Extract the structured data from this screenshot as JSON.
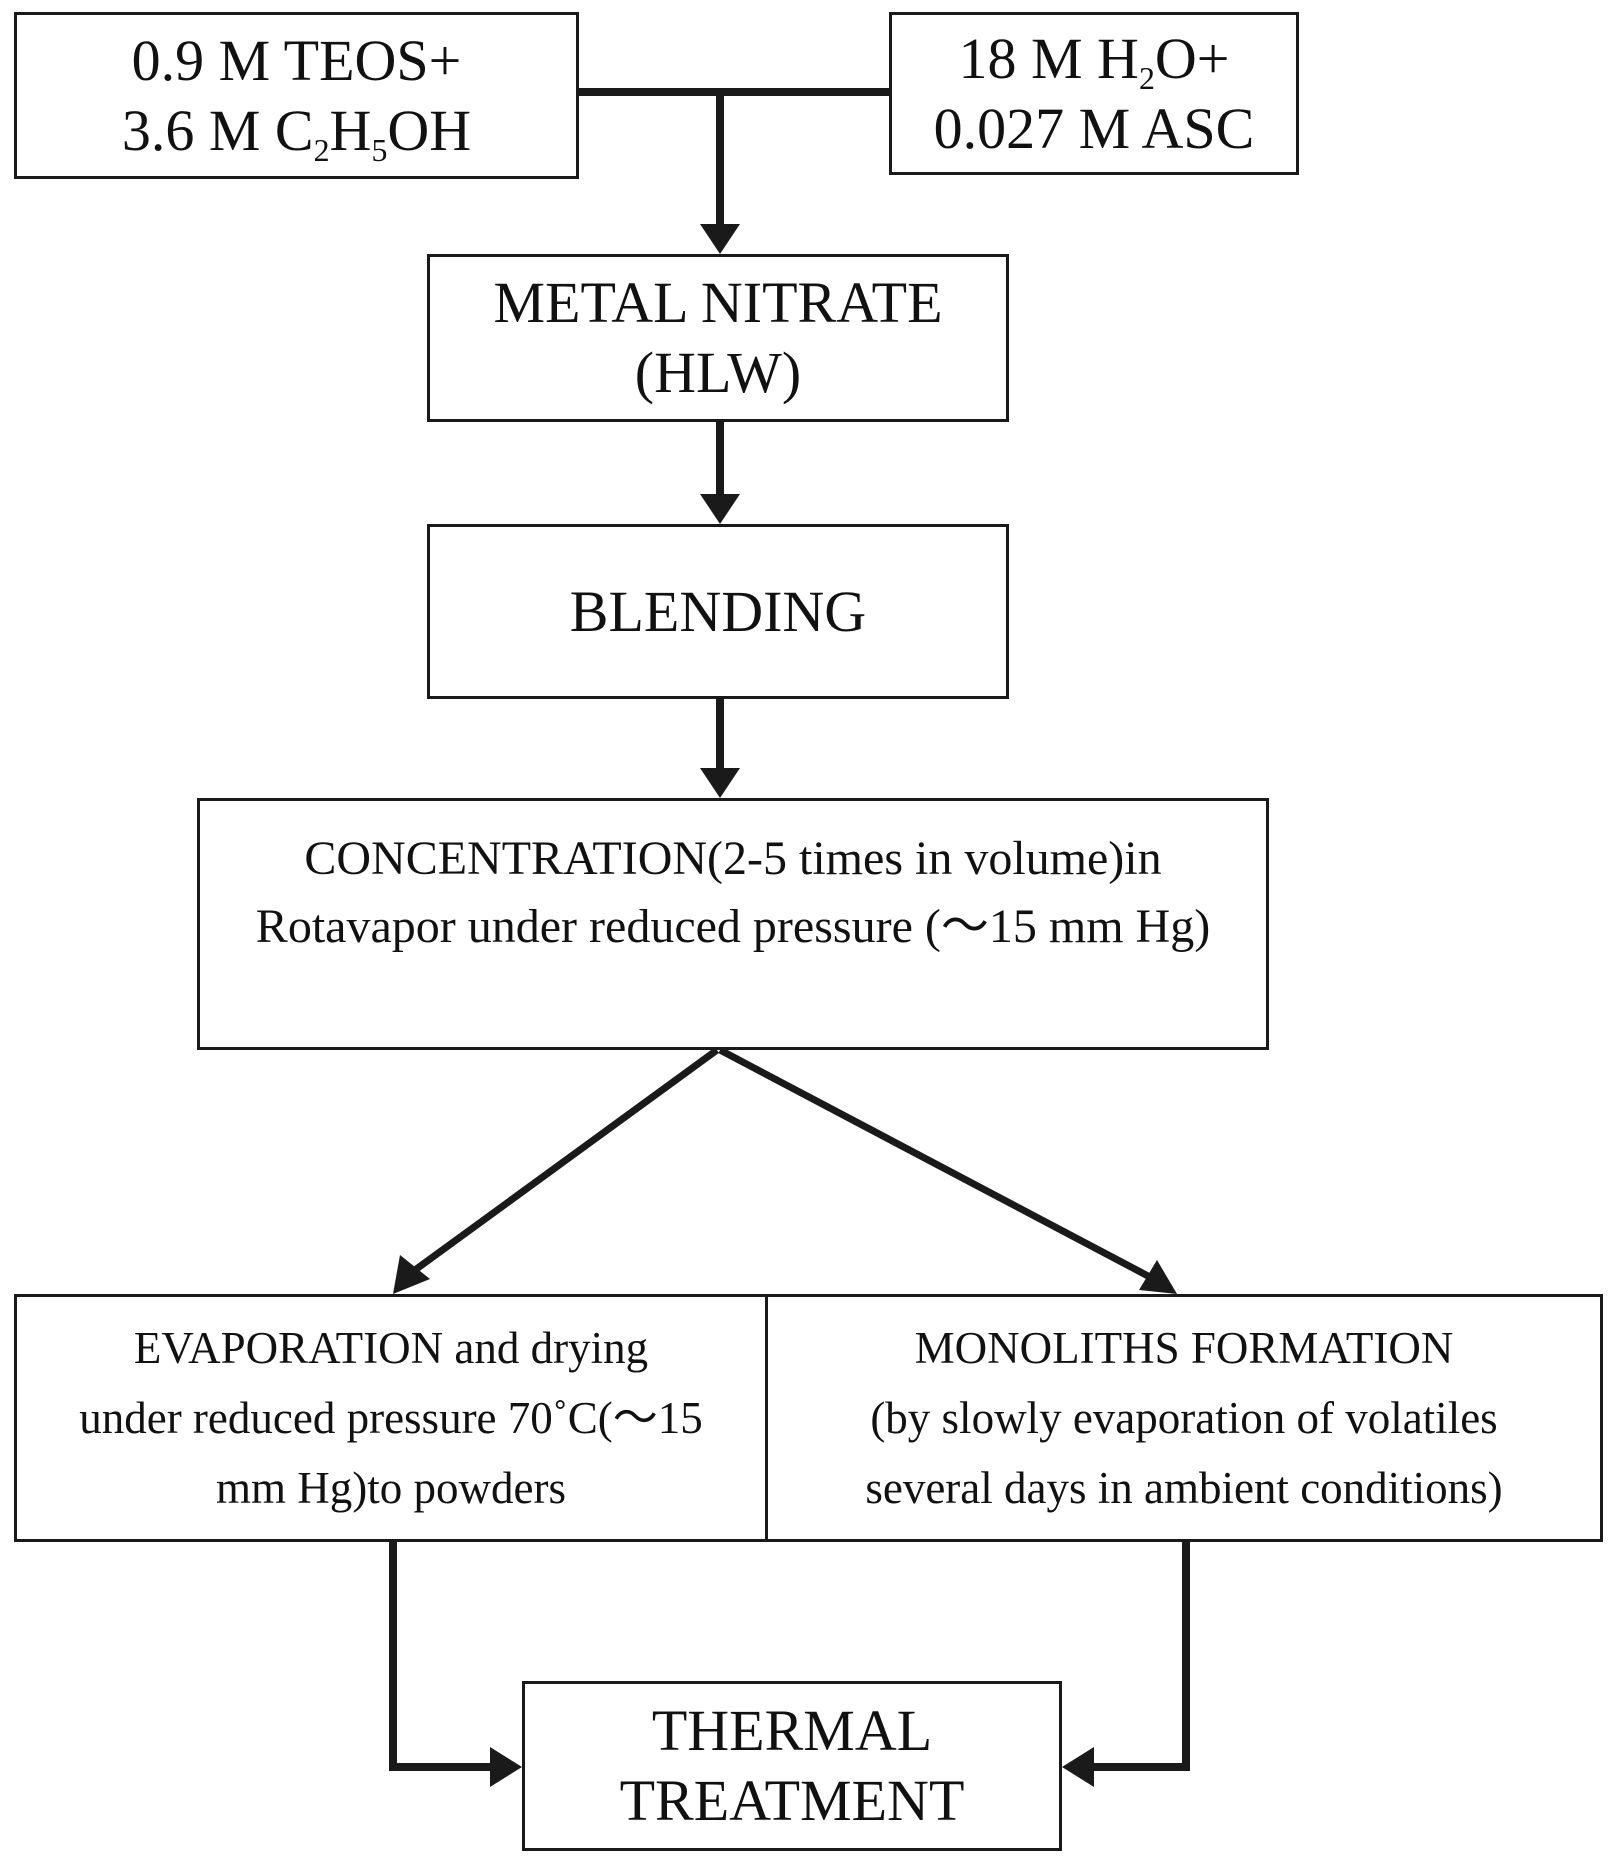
{
  "inputs": {
    "left": {
      "line1": "0.9 M TEOS+",
      "line2_a": "3.6 M C",
      "line2_sub1": "2",
      "line2_b": "H",
      "line2_sub2": "5",
      "line2_c": "OH"
    },
    "right": {
      "line1_a": "18 M H",
      "line1_sub": "2",
      "line1_b": "O+",
      "line2": "0.027 M ASC"
    }
  },
  "steps": {
    "metal_nitrate": {
      "line1": "METAL NITRATE",
      "line2": "(HLW)"
    },
    "blending": {
      "label": "BLENDING"
    },
    "concentration": {
      "line1": "CONCENTRATION(2-5 times in volume)in",
      "line2": "Rotavapor under reduced pressure (～15 mm Hg)"
    },
    "evaporation": {
      "line1": "EVAPORATION and drying",
      "line2": "under reduced pressure 70˚C(～15",
      "line3": "mm Hg)to powders"
    },
    "monoliths": {
      "line1": "MONOLITHS FORMATION",
      "line2": "(by slowly evaporation of volatiles",
      "line3": "several days in ambient conditions)"
    },
    "thermal": {
      "line1": "THERMAL",
      "line2": "TREATMENT"
    }
  },
  "colors": {
    "stroke": "#1a1a1a",
    "text": "#111111",
    "background": "#ffffff"
  }
}
